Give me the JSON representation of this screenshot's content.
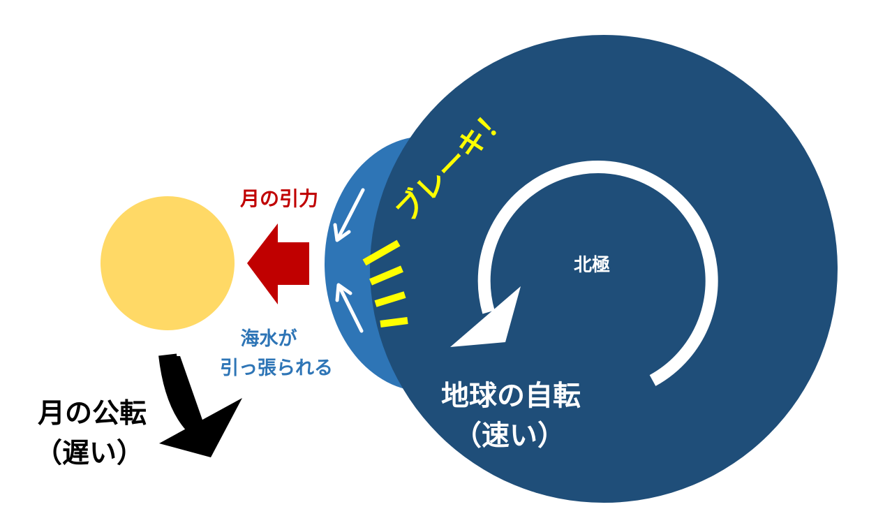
{
  "labels": {
    "gravity": "月の引力",
    "seawater_line1": "海水が",
    "seawater_line2": "引っ張られる",
    "moon_revolution_line1": "月の公転",
    "moon_revolution_line2": "（遅い）",
    "earth_rotation_line1": "地球の自転",
    "earth_rotation_line2": "（速い）",
    "north_pole": "北極",
    "brake": "ブレーキ！"
  },
  "colors": {
    "moon": "#FFD966",
    "earth": "#1F4E79",
    "tidal_bulge": "#2E75B6",
    "gravity_arrow": "#C00000",
    "gravity_text": "#C00000",
    "seawater_text": "#2E75B6",
    "brake": "#FFFF00",
    "rotation_arrow": "#FFFFFF",
    "revolution_arrow": "#000000"
  },
  "icons": {
    "gravity_arrow": "left-arrow",
    "rotation_arrow": "counterclockwise-circular-arrow",
    "revolution_arrow": "curved-down-arrow"
  }
}
